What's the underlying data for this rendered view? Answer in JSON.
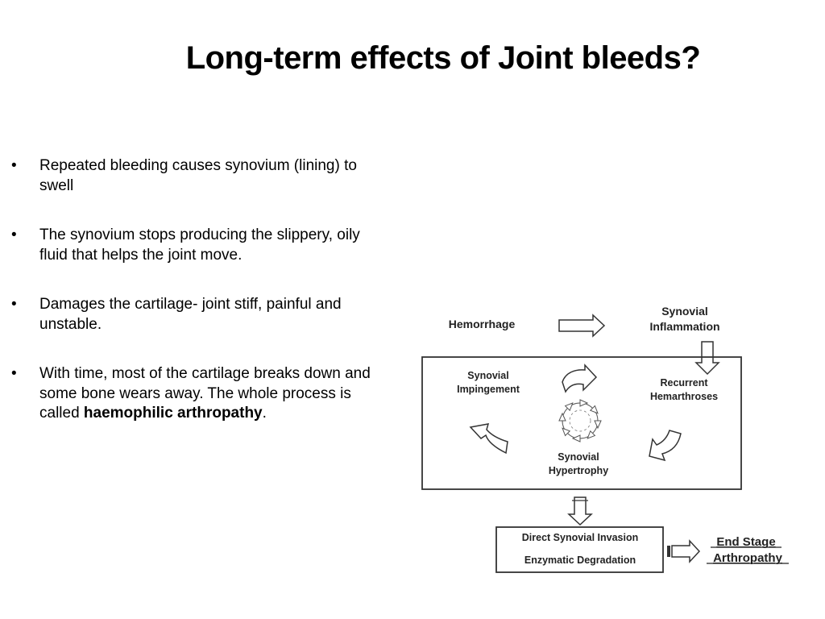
{
  "title": "Long-term effects of Joint bleeds?",
  "bullets": [
    {
      "text": "Repeated bleeding causes synovium (lining) to swell"
    },
    {
      "text": "The synovium stops producing the slippery, oily fluid that helps the joint move."
    },
    {
      "text": "Damages the cartilage- joint stiff, painful and unstable."
    },
    {
      "text_before": "With time, most of the cartilage breaks down and some bone wears away. The whole process is called ",
      "bold": "haemophilic arthropathy",
      "text_after": "."
    }
  ],
  "bullet_symbol": "•",
  "diagram": {
    "hemorrhage": "Hemorrhage",
    "synovial_inflammation_line1": "Synovial",
    "synovial_inflammation_line2": "Inflammation",
    "synovial_impingement_line1": "Synovial",
    "synovial_impingement_line2": "Impingement",
    "recurrent_hemarthroses_line1": "Recurrent",
    "recurrent_hemarthroses_line2": "Hemarthroses",
    "synovial_hypertrophy_line1": "Synovial",
    "synovial_hypertrophy_line2": "Hypertrophy",
    "direct_synovial_invasion": "Direct Synovial Invasion",
    "enzymatic_degradation": "Enzymatic Degradation",
    "end_stage_line1": "End Stage",
    "end_stage_line2": "Arthropathy"
  }
}
